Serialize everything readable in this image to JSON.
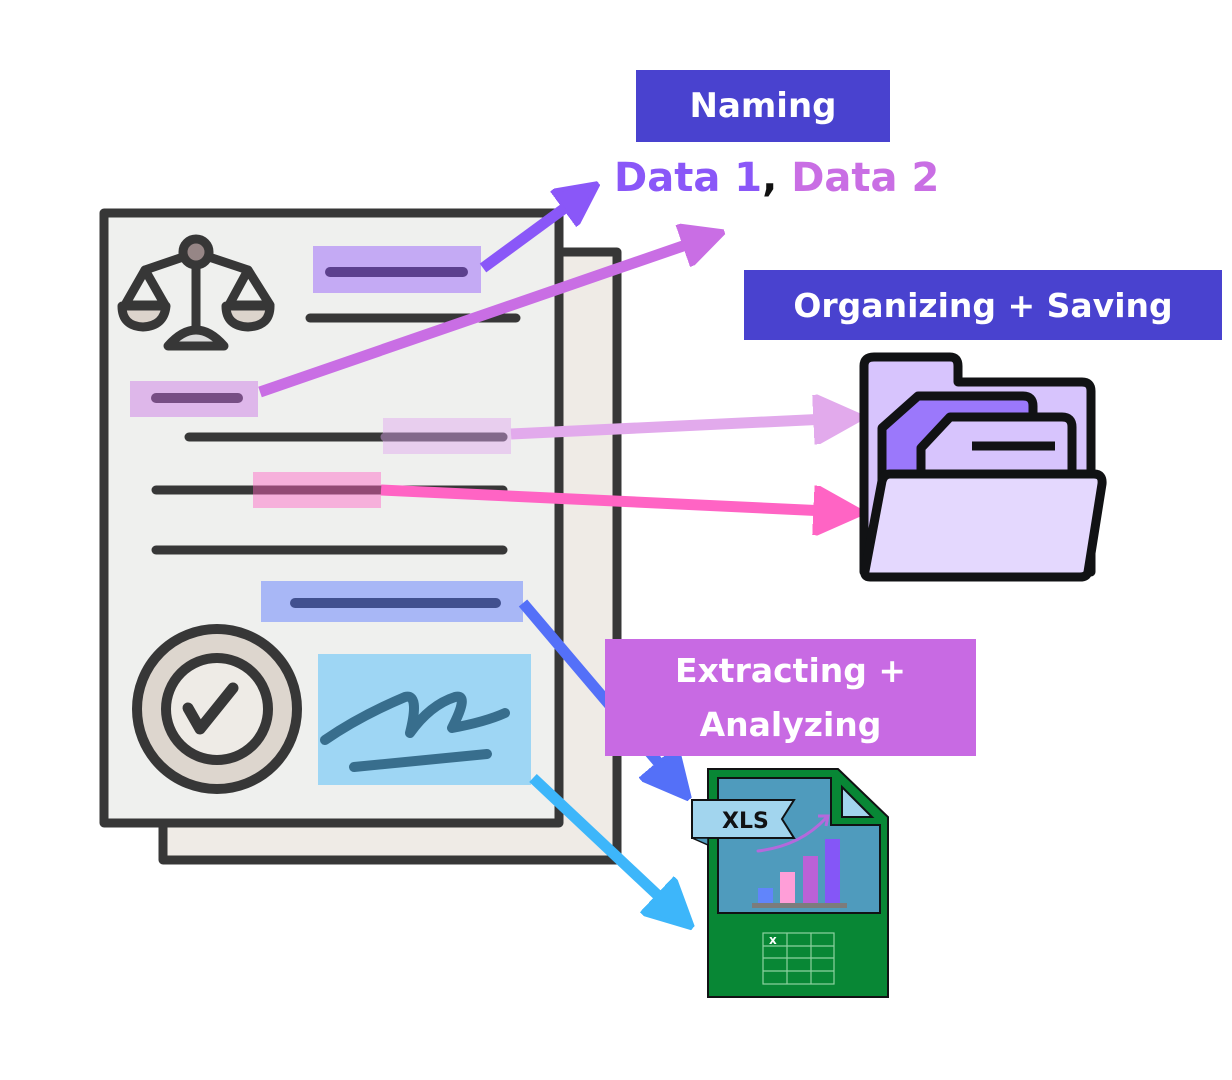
{
  "labels": {
    "naming": "Naming",
    "organizing": "Organizing + Saving",
    "extracting_line1": "Extracting +",
    "extracting_line2": "Analyzing"
  },
  "data_names": {
    "first": "Data 1",
    "separator": ", ",
    "second": "Data 2"
  },
  "spreadsheet": {
    "tag": "XLS",
    "cell_mark": "x"
  },
  "icons": [
    "scales-of-justice-icon",
    "check-seal-icon",
    "signature-icon",
    "folder-icon",
    "spreadsheet-file-icon"
  ],
  "colors": {
    "label_blue": "#4942cf",
    "label_purple": "#c86ae3",
    "data1": "#8a57f8",
    "data2": "#c96ee4",
    "arrow_naming_1": "#8a57f8",
    "arrow_naming_2": "#c96ee4",
    "arrow_org_1": "#e2aaec",
    "arrow_org_2": "#ff64c4",
    "arrow_ext_1": "#5470f8",
    "arrow_ext_2": "#3db6fa"
  }
}
